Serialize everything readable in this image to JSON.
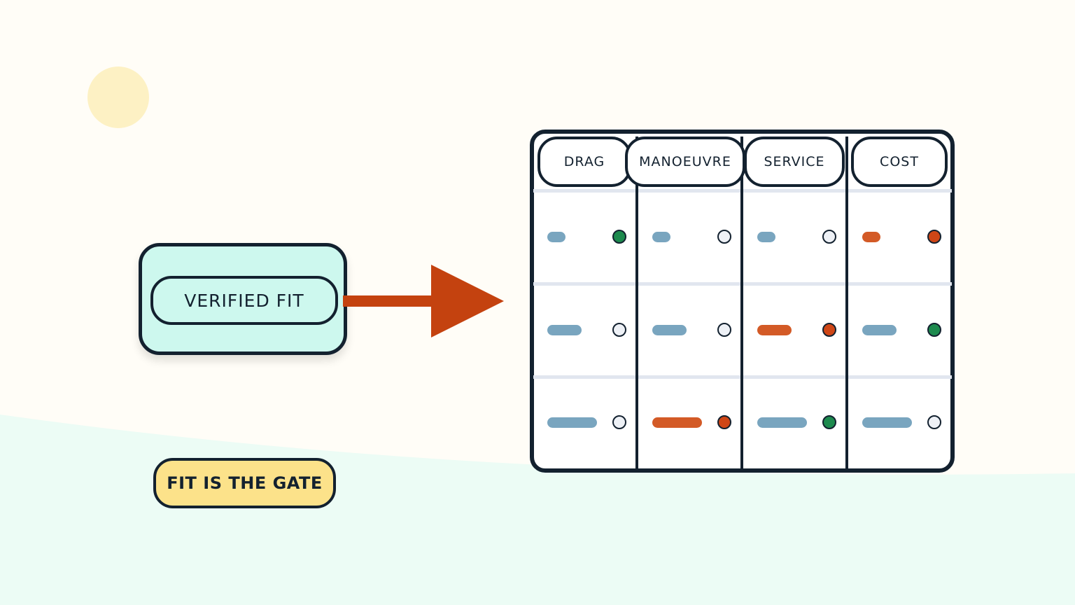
{
  "left_panel": {
    "card_label": "VERIFIED FIT",
    "badge_label": "FIT IS THE GATE"
  },
  "colors": {
    "background": "#fffdf7",
    "ground": "#ecfcf5",
    "sun": "#fdf1c4",
    "card_fill": "#cdf8ee",
    "badge_fill": "#fce28a",
    "outline": "#13212f",
    "arrow": "#c4420f",
    "bar_neutral": "#79a5bf",
    "bar_flag": "#d35a26",
    "status_green": "#1d8a4e",
    "status_orange": "#cf4616",
    "status_empty": "#eef1f6"
  },
  "matrix": {
    "columns": [
      "DRAG",
      "MANOEUVRE",
      "SERVICE",
      "COST"
    ],
    "rows": [
      [
        {
          "level": 0.35,
          "bar": "blue",
          "status": "green"
        },
        {
          "level": 0.35,
          "bar": "blue",
          "status": "empty"
        },
        {
          "level": 0.35,
          "bar": "blue",
          "status": "empty"
        },
        {
          "level": 0.35,
          "bar": "orange",
          "status": "orange"
        }
      ],
      [
        {
          "level": 0.65,
          "bar": "blue",
          "status": "empty"
        },
        {
          "level": 0.65,
          "bar": "blue",
          "status": "empty"
        },
        {
          "level": 0.65,
          "bar": "orange",
          "status": "orange"
        },
        {
          "level": 0.65,
          "bar": "blue",
          "status": "green"
        }
      ],
      [
        {
          "level": 0.95,
          "bar": "blue",
          "status": "empty"
        },
        {
          "level": 0.95,
          "bar": "orange",
          "status": "orange"
        },
        {
          "level": 0.95,
          "bar": "blue",
          "status": "green"
        },
        {
          "level": 0.95,
          "bar": "blue",
          "status": "empty"
        }
      ]
    ]
  }
}
